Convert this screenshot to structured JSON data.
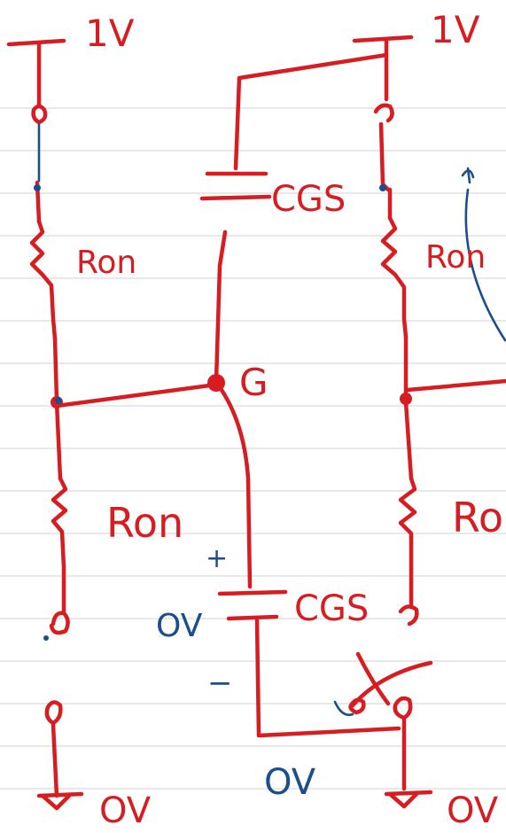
{
  "labels": {
    "supply_left": "1V",
    "supply_right": "1V",
    "r_top_left": "Ron",
    "r_top_right": "Ron",
    "r_bottom_left": "Ron",
    "r_bottom_right": "Ro",
    "cap_top": "CGS",
    "cap_bottom": "CGS",
    "gate_node": "G",
    "ground_left": "OV",
    "ground_right": "OV",
    "ground_middle": "OV",
    "cap_voltage": "OV",
    "plus_sign": "+",
    "minus_sign": "−"
  },
  "colors": {
    "ink_red": "#d71d22",
    "ink_blue": "#1b4e8c",
    "rule_lines": "#d9d9d9",
    "background": "#ffffff"
  }
}
